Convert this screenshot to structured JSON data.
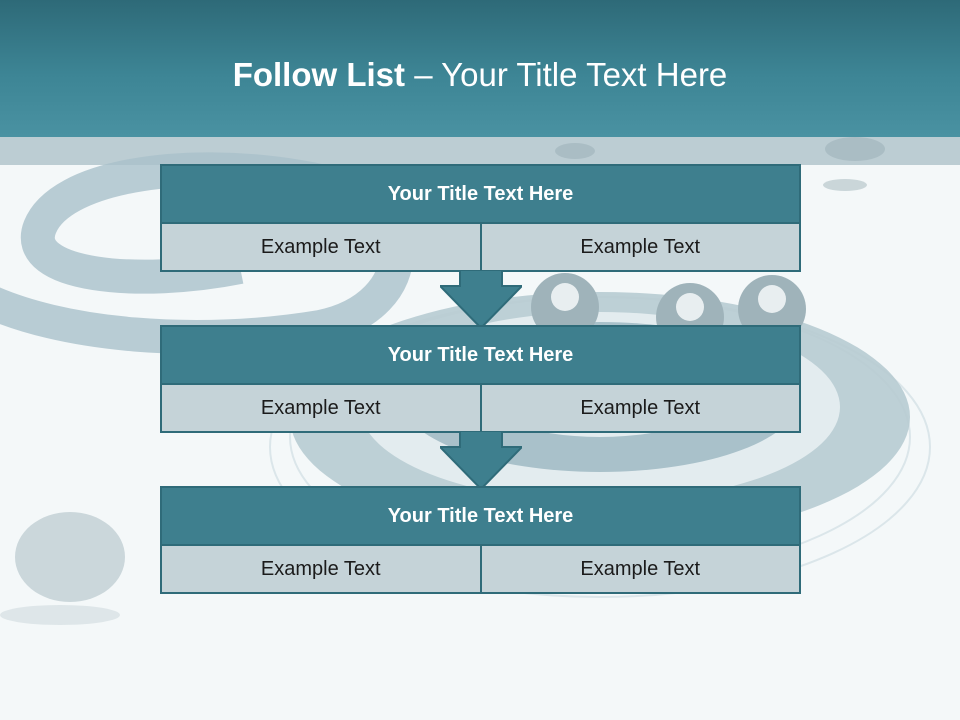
{
  "slide": {
    "title_bold": "Follow List",
    "title_rest": " – Your Title Text Here"
  },
  "blocks": [
    {
      "title": "Your Title Text Here",
      "left": "Example Text",
      "right": "Example Text"
    },
    {
      "title": "Your Title Text Here",
      "left": "Example Text",
      "right": "Example Text"
    },
    {
      "title": "Your Title Text Here",
      "left": "Example Text",
      "right": "Example Text"
    }
  ],
  "colors": {
    "header": "#3d8595",
    "block_title": "#3e7f8e",
    "block_cell": "#c5d3d8",
    "border": "#2f6b79"
  }
}
